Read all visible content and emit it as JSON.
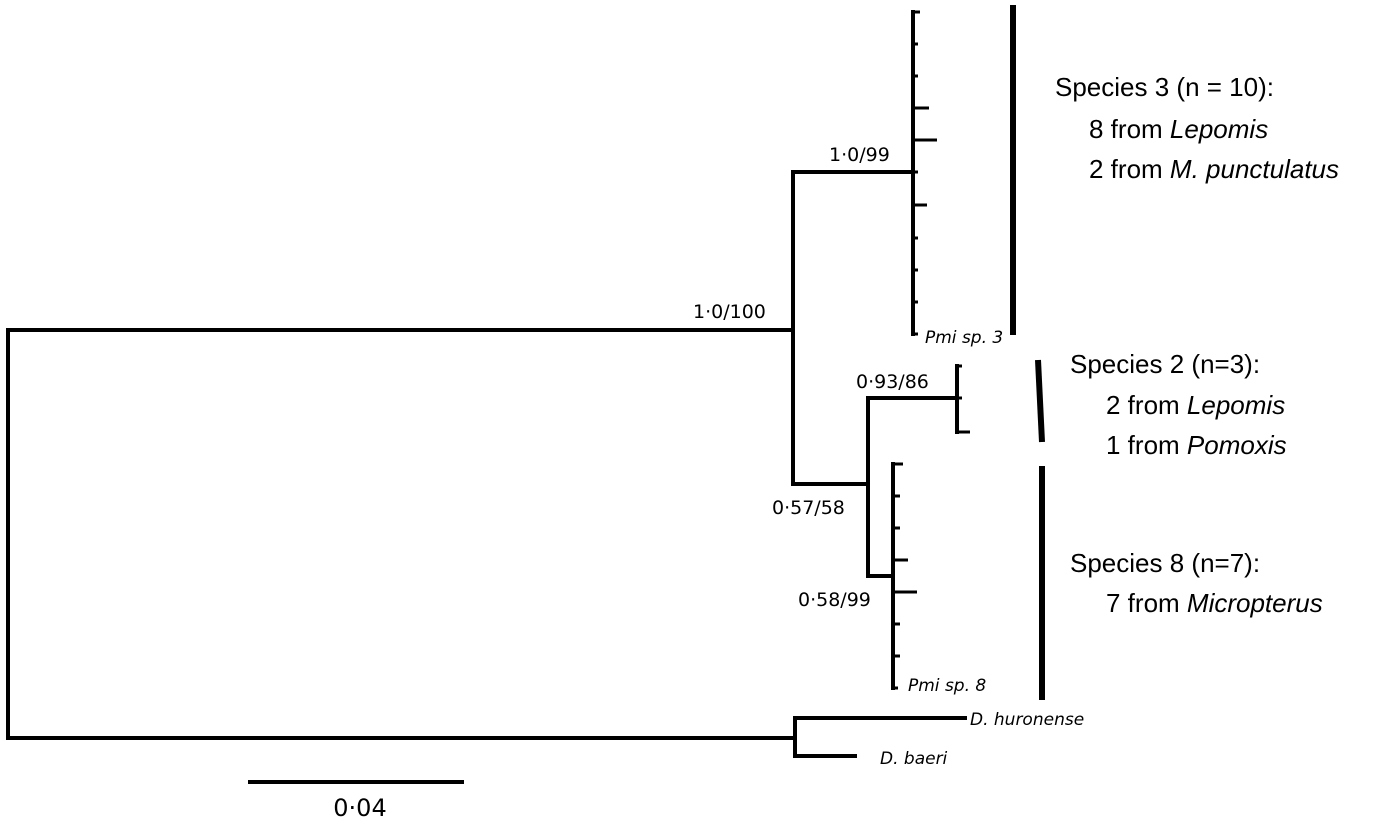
{
  "support_values": {
    "root_ingroup": "1·0/100",
    "species3_clade": "1·0/99",
    "species2_clade": "0·93/86",
    "species2_8_clade": "0·57/58",
    "species8_clade": "0·58/99"
  },
  "tip_labels": {
    "pmi_sp3": "Pmi sp. 3",
    "pmi_sp8": "Pmi sp. 8",
    "d_huronense": "D. huronense",
    "d_baeri": "D. baeri"
  },
  "species_groups": [
    {
      "heading": "Species 3 (n = 10):",
      "hosts": [
        {
          "prefix": "8 from ",
          "host": "Lepomis"
        },
        {
          "prefix": "2 from ",
          "host": "M. punctulatus"
        }
      ]
    },
    {
      "heading": "Species 2 (n=3):",
      "hosts": [
        {
          "prefix": "2 from ",
          "host": "Lepomis"
        },
        {
          "prefix": "1 from ",
          "host": "Pomoxis"
        }
      ]
    },
    {
      "heading": "Species 8 (n=7):",
      "hosts": [
        {
          "prefix": "7 from ",
          "host": "Micropterus"
        }
      ]
    }
  ],
  "scale_bar": {
    "label": "0·04"
  }
}
